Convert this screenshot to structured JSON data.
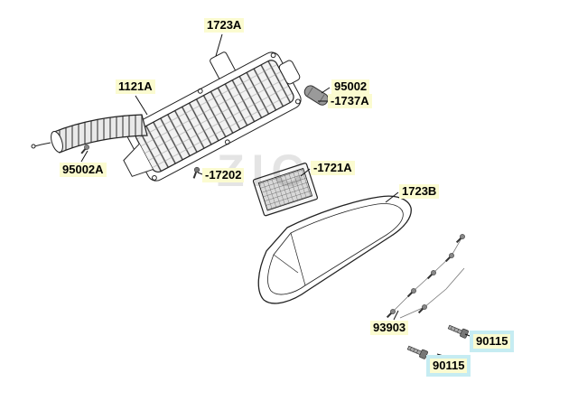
{
  "diagram": {
    "watermark": "ZIC",
    "colors": {
      "background": "#ffffff",
      "label_highlight": "#fbfbd0",
      "selected_highlight": "#c6ecf2",
      "line_color": "#1a1a1a"
    },
    "labels": [
      {
        "part": "1723A",
        "text": "1723A"
      },
      {
        "part": "1121A",
        "text": "1121A"
      },
      {
        "part": "95002",
        "text": "95002"
      },
      {
        "part": "1737A",
        "text": "-1737A"
      },
      {
        "part": "95002A",
        "text": "95002A"
      },
      {
        "part": "17202",
        "text": "-17202"
      },
      {
        "part": "1721A",
        "text": "-1721A"
      },
      {
        "part": "1723B",
        "text": "1723B"
      },
      {
        "part": "93903",
        "text": "93903"
      },
      {
        "part": "90115",
        "text": "90115",
        "selected": true
      },
      {
        "part": "90115",
        "text": "90115",
        "selected": true
      }
    ]
  }
}
